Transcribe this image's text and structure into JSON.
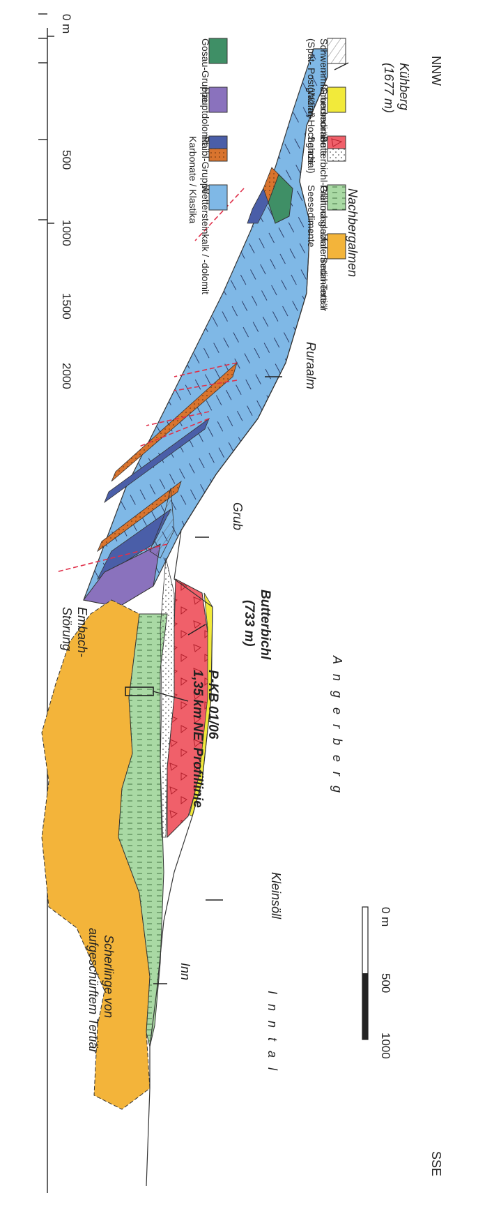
{
  "orientation": {
    "left": "NNW",
    "right": "SSE"
  },
  "elevation_axis": {
    "ticks": [
      "2000",
      "1500",
      "1000",
      "500",
      "0 m"
    ]
  },
  "place_labels": {
    "kuhberg": "Kühberg",
    "kuhberg_elev": "(1677 m)",
    "nachbergalmen": "Nachbergalmen",
    "ruraalm": "Ruraalm",
    "grub": "Grub",
    "butterbichl": "Butterbichl",
    "butterbichl_elev": "(733 m)",
    "angerberg": "Angerberg",
    "embach_1": "Embach-",
    "embach_2": "Störung",
    "borehole_1": "P-KB 01/06",
    "borehole_2": "1,35 km NE' Profillinie",
    "kleinsoll": "Kleinsöll",
    "inn": "Inn",
    "inntal": "Inntal",
    "scherlinge_1": "Scherlinge von",
    "scherlinge_2": "aufgeschürftem Tertiär"
  },
  "scale_bar": {
    "labels": [
      "0 m",
      "500",
      "1000"
    ]
  },
  "legend": [
    {
      "id": "schwemm",
      "color": "#ffffff",
      "pattern": "hatch",
      "lines": [
        "Schwemmfächersedimente",
        "(Spät- Postglazial)"
      ]
    },
    {
      "id": "grundmoraene",
      "color": "#f2ea3a",
      "lines": [
        "Grundmoräne",
        "(Würm-Hochglazial)"
      ]
    },
    {
      "id": "butterbichl",
      "color": "#f0606a",
      "pattern": "triangles-dots",
      "lines": [
        "Butterbichl-Gleitmasse /",
        "Sande"
      ]
    },
    {
      "id": "praehoch",
      "color": "#a9d9a4",
      "pattern": "dashes",
      "lines": [
        "Prähochglaziale Sedimente /",
        "Seesedimente"
      ]
    },
    {
      "id": "tertiaer",
      "color": "#f3b43a",
      "lines": [
        "Unterinntal-Tertiär"
      ]
    },
    {
      "id": "gosau",
      "color": "#3f8f66",
      "lines": [
        "Gosau-Gruppe"
      ]
    },
    {
      "id": "hauptdolomit",
      "color": "#8a72bd",
      "lines": [
        "Hauptdolomit"
      ]
    },
    {
      "id": "raibl",
      "color": "#4a5ea8",
      "color2": "#d9742e",
      "lines": [
        "Raibl-Gruppe",
        "Karbonate / Klastika"
      ]
    },
    {
      "id": "wetterstein",
      "color": "#7fb8e6",
      "lines": [
        "Wettersteinkalk / -dolomit"
      ]
    }
  ],
  "colors": {
    "wetterstein": "#7fb8e6",
    "raibl": "#4a5ea8",
    "raibl_clastic": "#d9742e",
    "hauptdolomit": "#8a72bd",
    "gosau": "#3f8f66",
    "butterbichl": "#f0606a",
    "praehoch": "#a9d9a4",
    "tertiaer": "#f3b43a",
    "grundmoraene": "#f2ea3a",
    "fault": "#e0304a"
  }
}
